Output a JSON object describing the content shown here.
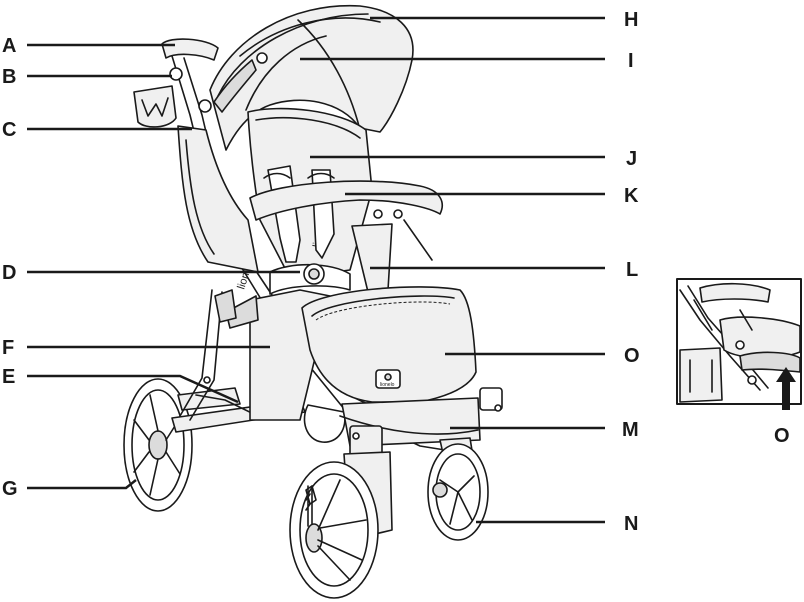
{
  "brand": {
    "seat_text": "lionelo",
    "frame_text": "lionelo",
    "badge_text": "lionelo"
  },
  "callouts": [
    {
      "id": "A",
      "label": "A"
    },
    {
      "id": "B",
      "label": "B"
    },
    {
      "id": "C",
      "label": "C"
    },
    {
      "id": "D",
      "label": "D"
    },
    {
      "id": "F",
      "label": "F"
    },
    {
      "id": "E",
      "label": "E"
    },
    {
      "id": "G",
      "label": "G"
    },
    {
      "id": "H",
      "label": "H"
    },
    {
      "id": "I",
      "label": "I"
    },
    {
      "id": "J",
      "label": "J"
    },
    {
      "id": "K",
      "label": "K"
    },
    {
      "id": "L",
      "label": "L"
    },
    {
      "id": "O",
      "label": "O"
    },
    {
      "id": "M",
      "label": "M"
    },
    {
      "id": "N",
      "label": "N"
    }
  ],
  "inset": {
    "label": "O"
  },
  "colors": {
    "line": "#1a1a1a",
    "fill": "#f0f0f0",
    "background": "#ffffff"
  }
}
